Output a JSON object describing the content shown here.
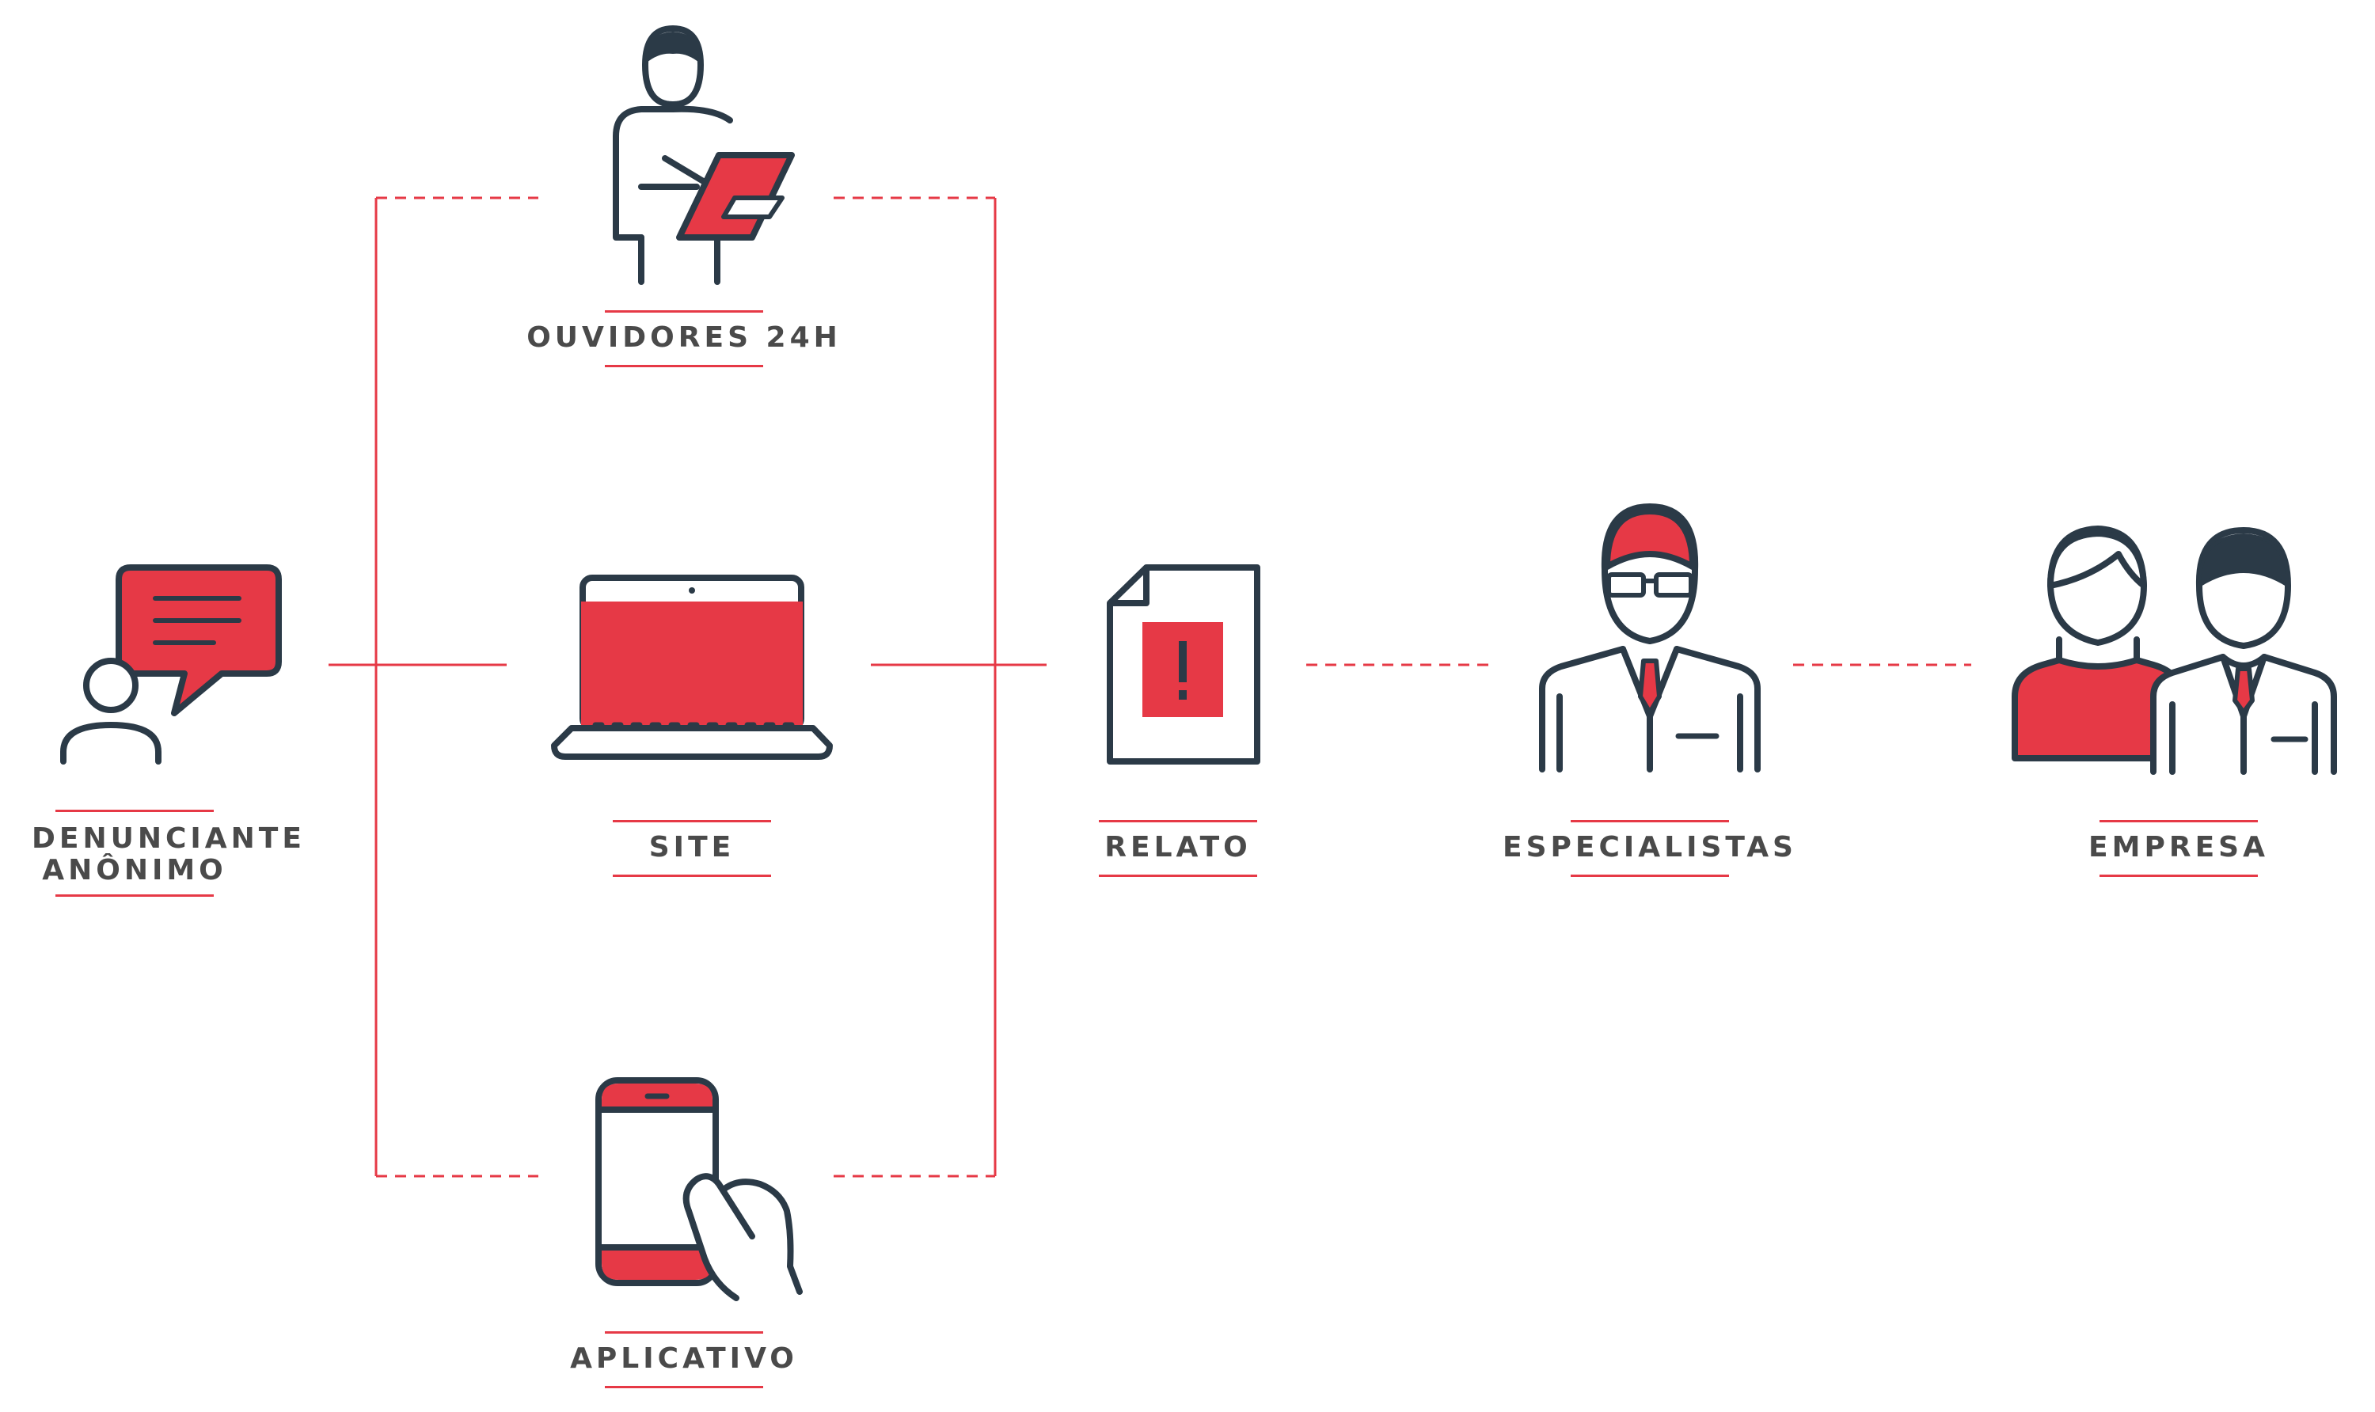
{
  "colors": {
    "accent": "#e63946",
    "outline": "#2b3a47",
    "text": "#4a4a4a",
    "background": "#ffffff"
  },
  "nodes": {
    "reporter": {
      "label_line1": "DENUNCIANTE",
      "label_line2": "ANÔNIMO",
      "icon": "anonymous-reporter-chat-icon"
    },
    "ombudsman": {
      "label": "OUVIDORES 24H",
      "icon": "ombudsman-clipboard-icon"
    },
    "site": {
      "label": "SITE",
      "icon": "laptop-icon"
    },
    "app": {
      "label": "APLICATIVO",
      "icon": "smartphone-touch-icon"
    },
    "report": {
      "label": "RELATO",
      "icon": "document-alert-icon"
    },
    "specialists": {
      "label": "ESPECIALISTAS",
      "icon": "specialist-glasses-icon"
    },
    "company": {
      "label": "EMPRESA",
      "icon": "company-people-icon"
    }
  }
}
